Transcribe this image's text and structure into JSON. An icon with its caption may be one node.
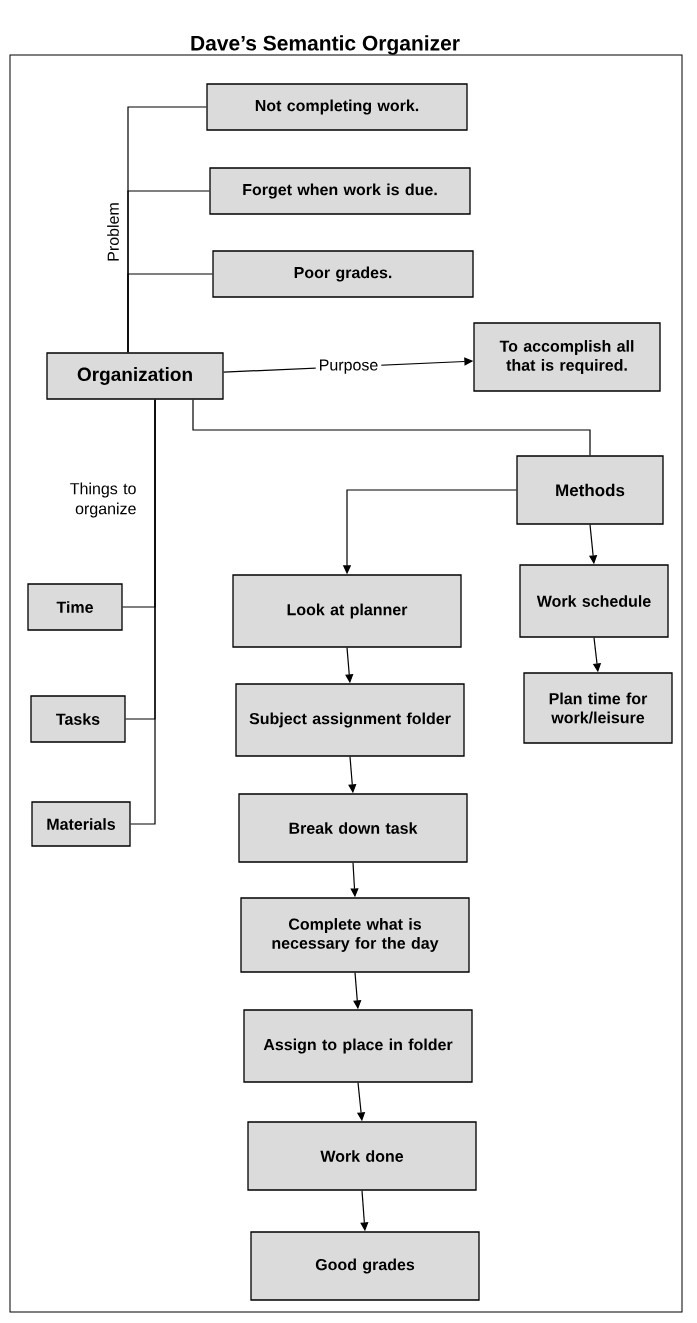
{
  "diagram": {
    "title": "Dave’s Semantic Organizer",
    "nodes": [
      {
        "text": [
          "Organization"
        ]
      },
      {
        "text": [
          "Not completing work."
        ]
      },
      {
        "text": [
          "Forget when work is due."
        ]
      },
      {
        "text": [
          "Poor grades."
        ]
      },
      {
        "text": [
          "To accomplish all that is required."
        ]
      },
      {
        "text": [
          "Methods"
        ]
      },
      {
        "text": [
          "Look at planner"
        ]
      },
      {
        "text": [
          "Work schedule"
        ]
      },
      {
        "text": [
          "Plan time for work/leisure"
        ]
      },
      {
        "text": [
          "Subject assignment folder"
        ]
      },
      {
        "text": [
          "Break down task"
        ]
      },
      {
        "text": [
          "Complete what is necessary for the day"
        ]
      },
      {
        "text": [
          "Assign to place in folder"
        ]
      },
      {
        "text": [
          "Work done"
        ]
      },
      {
        "text": [
          "Good grades"
        ]
      },
      {
        "text": [
          "Time"
        ]
      },
      {
        "text": [
          "Tasks"
        ]
      },
      {
        "text": [
          "Materials"
        ]
      }
    ],
    "edges": [
      {
        "from": 0,
        "to": 1,
        "arrow": "none"
      },
      {
        "from": 0,
        "to": 2,
        "arrow": "none"
      },
      {
        "from": 0,
        "to": 3,
        "arrow": "none"
      },
      {
        "from": 0,
        "to": 4,
        "arrow": "to",
        "label": "Purpose"
      },
      {
        "from": 0,
        "to": 5,
        "arrow": "none"
      },
      {
        "from": 5,
        "to": 6,
        "arrow": "to"
      },
      {
        "from": 5,
        "to": 7,
        "arrow": "to"
      },
      {
        "from": 7,
        "to": 8,
        "arrow": "to"
      },
      {
        "from": 6,
        "to": 9,
        "arrow": "to"
      },
      {
        "from": 9,
        "to": 10,
        "arrow": "to"
      },
      {
        "from": 10,
        "to": 11,
        "arrow": "to"
      },
      {
        "from": 11,
        "to": 12,
        "arrow": "to"
      },
      {
        "from": 12,
        "to": 13,
        "arrow": "to"
      },
      {
        "from": 13,
        "to": 14,
        "arrow": "to"
      },
      {
        "from": 0,
        "to": 15,
        "arrow": "none"
      },
      {
        "from": 0,
        "to": 16,
        "arrow": "none"
      },
      {
        "from": 0,
        "to": 17,
        "arrow": "none"
      }
    ],
    "labels": [
      "Problem",
      "Things to organize"
    ]
  }
}
